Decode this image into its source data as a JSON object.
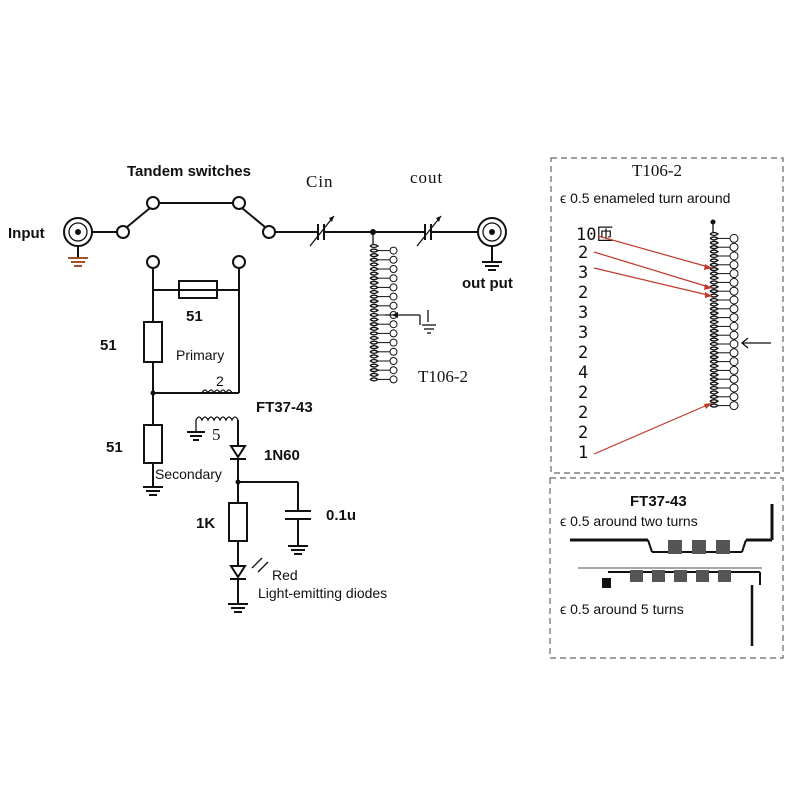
{
  "schematic": {
    "input_label": "Input",
    "tandem_label": "Tandem switches",
    "cin_label": "Cin",
    "cout_label": "cout",
    "output_label": "out put",
    "t106_label": "T106-2",
    "r_top_value": "51",
    "r_left_value": "51",
    "r_lower_value": "51",
    "primary_label": "Primary",
    "primary_turns": "2",
    "ft_label": "FT37-43",
    "secondary_turns": "5",
    "secondary_label": "Secondary",
    "diode_label": "1N60",
    "cap_label": "0.1u",
    "r_1k_label": "1K",
    "led_label_1": "Red",
    "led_label_2": "Light-emitting diodes"
  },
  "t106_panel": {
    "title": "T106-2",
    "subtitle": "ϵ 0.5 enameled turn around",
    "first_label": "10匝",
    "tap_numbers": [
      "2",
      "3",
      "2",
      "3",
      "3",
      "2",
      "4",
      "2",
      "2",
      "2",
      "1"
    ]
  },
  "ft_panel": {
    "title": "FT37-43",
    "top_caption": "ϵ 0.5 around two turns",
    "bottom_caption": "ϵ 0.5 around 5 turns"
  }
}
